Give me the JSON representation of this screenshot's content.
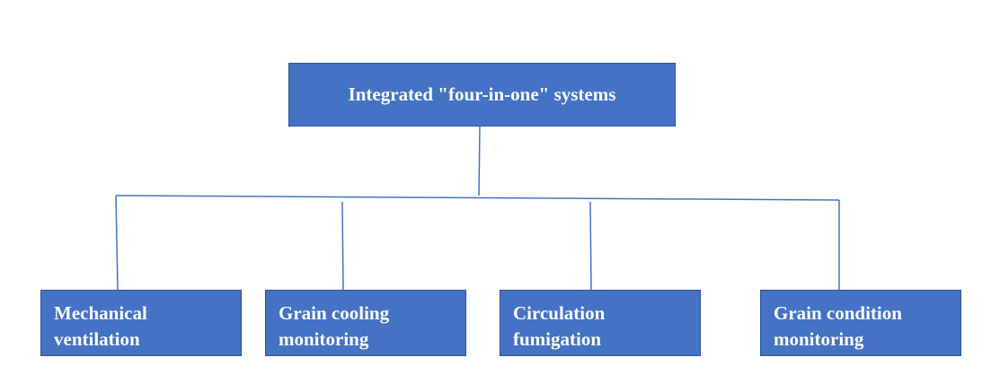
{
  "diagram": {
    "root": {
      "label": "Integrated \"four-in-one\" systems"
    },
    "children": [
      {
        "line1": "Mechanical",
        "line2": "ventilation"
      },
      {
        "line1": "Grain cooling",
        "line2": "monitoring"
      },
      {
        "line1": "Circulation",
        "line2": "fumigation"
      },
      {
        "line1": "Grain condition",
        "line2": "monitoring"
      }
    ],
    "colors": {
      "box_fill": "#4472c4",
      "box_border": "#2f528f",
      "connector": "#4472c4",
      "text": "#ffffff"
    }
  }
}
